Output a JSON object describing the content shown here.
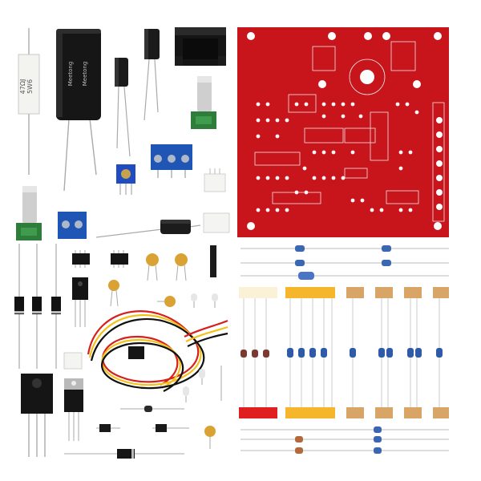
{
  "resistor_label": {
    "line1": "5W6",
    "line2": "47ΩJ"
  },
  "capacitor_brand": "Meetong",
  "colors": {
    "pcb": "#c8141b",
    "potentiometer_green": "#2e7d3a",
    "terminal_blue": "#1f55b5",
    "trimmer_blue": "#1f4cc0",
    "wire_red": "#d61f1f",
    "wire_yellow": "#f2c21b",
    "wire_black": "#111111",
    "tape_cream": "#fbf1d6",
    "tape_yellow": "#f5b62b",
    "tape_tan": "#d9a566",
    "tape_red": "#e02020"
  }
}
